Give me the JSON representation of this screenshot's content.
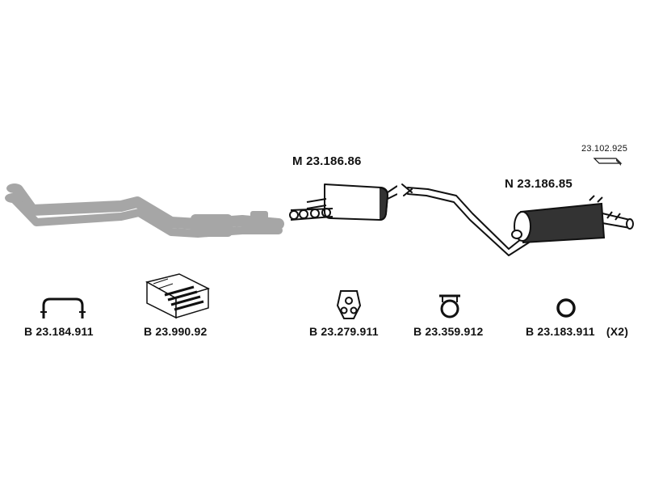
{
  "parts": {
    "front_pipe": {
      "icon": "front-exhaust-pipe-grey"
    },
    "middle_muffler": {
      "code": "M 23.186.86"
    },
    "rear_muffler": {
      "code": "N 23.186.85"
    },
    "small_bracket": {
      "code": "23.102.925"
    }
  },
  "accessories": [
    {
      "code": "B 23.184.911",
      "icon": "u-clamp-icon"
    },
    {
      "code": "B 23.990.92",
      "icon": "mounting-kit-box-icon"
    },
    {
      "code": "B 23.279.911",
      "icon": "rubber-hanger-icon"
    },
    {
      "code": "B 23.359.912",
      "icon": "pipe-clamp-icon"
    },
    {
      "code": "B 23.183.911",
      "qty": "(X2)",
      "icon": "o-ring-icon"
    }
  ],
  "colors": {
    "ink": "#111111",
    "grey_part": "#a6a6a6"
  }
}
